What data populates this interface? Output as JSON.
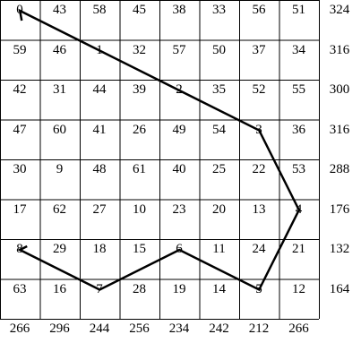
{
  "puzzle": {
    "grid": [
      [
        0,
        43,
        58,
        45,
        38,
        33,
        56,
        51
      ],
      [
        59,
        46,
        1,
        32,
        57,
        50,
        37,
        34
      ],
      [
        42,
        31,
        44,
        39,
        2,
        35,
        52,
        55
      ],
      [
        47,
        60,
        41,
        26,
        49,
        54,
        3,
        36
      ],
      [
        30,
        9,
        48,
        61,
        40,
        25,
        22,
        53
      ],
      [
        17,
        62,
        27,
        10,
        23,
        20,
        13,
        4
      ],
      [
        8,
        29,
        18,
        15,
        6,
        11,
        24,
        21
      ],
      [
        63,
        16,
        7,
        28,
        19,
        14,
        5,
        12
      ]
    ],
    "row_sums": [
      324,
      316,
      300,
      316,
      288,
      176,
      132,
      164
    ],
    "col_sums": [
      266,
      296,
      244,
      256,
      234,
      242,
      212,
      266
    ],
    "path_sequence": [
      0,
      1,
      2,
      3,
      4,
      5,
      6,
      7,
      8
    ]
  },
  "colors": {
    "line": "#000000",
    "grid": "#000000",
    "background": "#ffffff"
  }
}
